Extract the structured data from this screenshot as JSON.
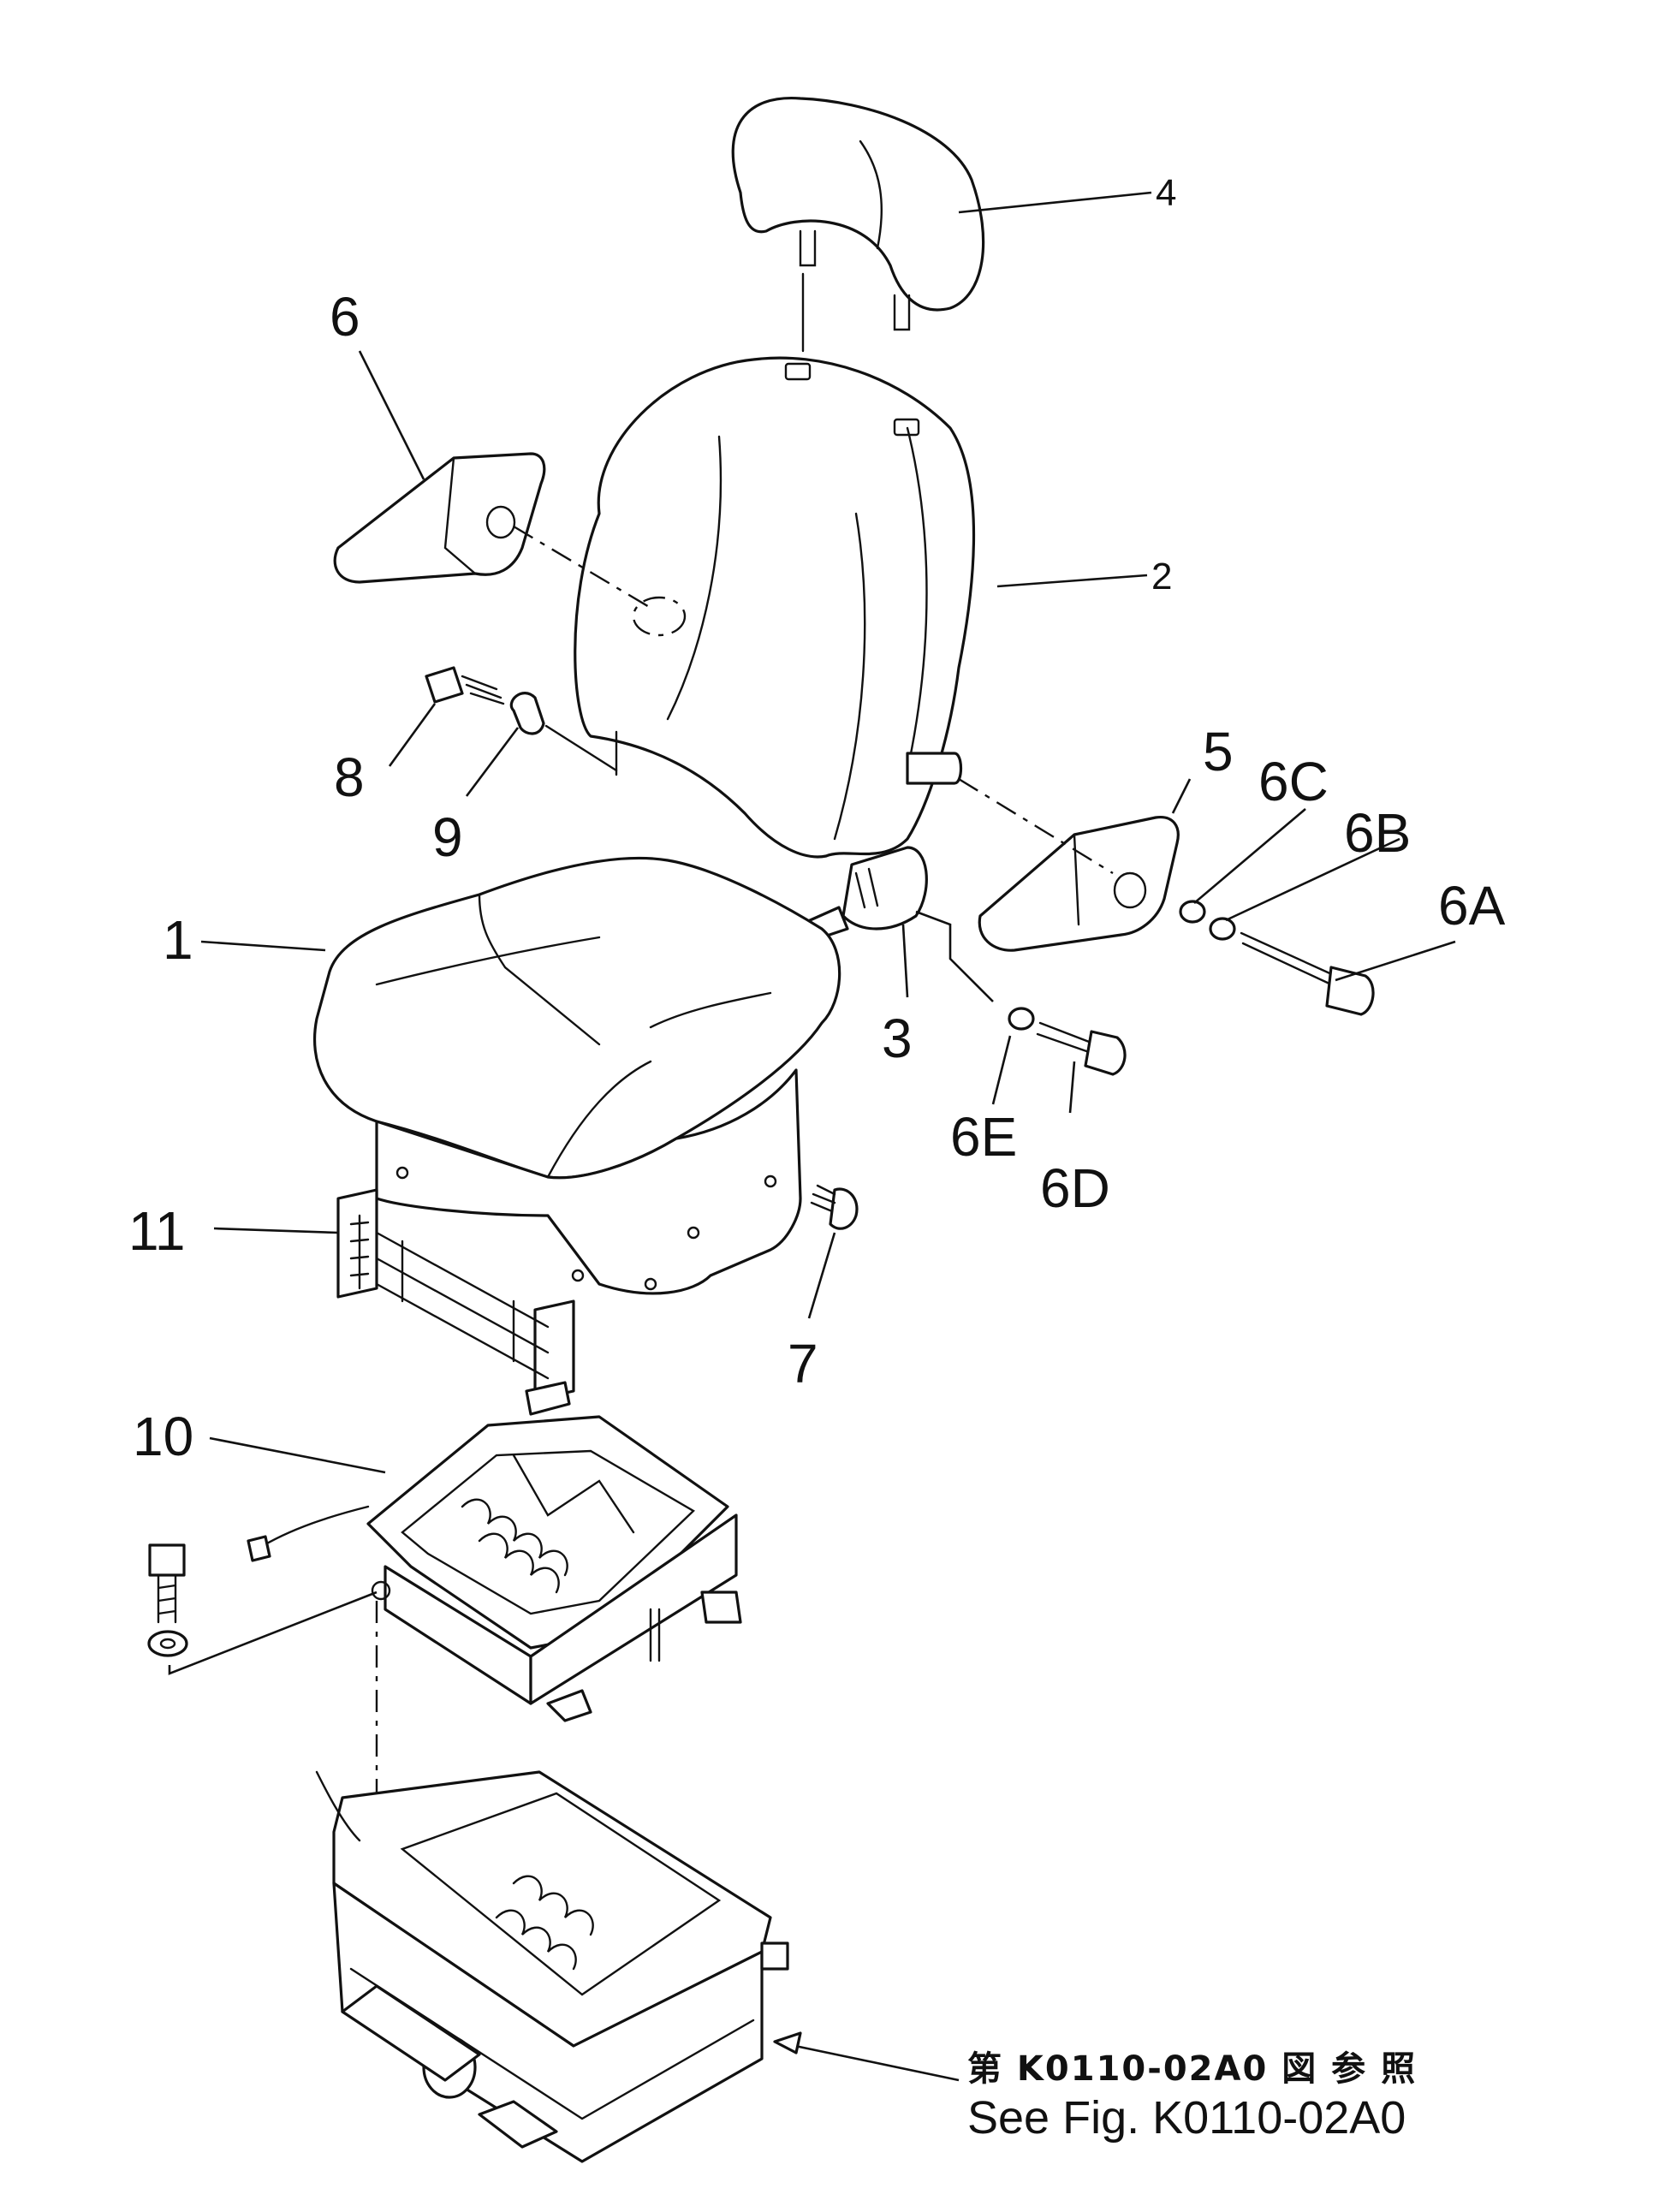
{
  "callouts": {
    "p1": "1",
    "p2": "2",
    "p3": "3",
    "p4": "4",
    "p5": "5",
    "p6": "6",
    "p6A": "6A",
    "p6B": "6B",
    "p6C": "6C",
    "p6D": "6D",
    "p6E": "6E",
    "p7": "7",
    "p8": "8",
    "p9": "9",
    "p10": "10",
    "p11": "11"
  },
  "reference": {
    "japanese": "第 K0110-02A0 図 参 照",
    "english": "See Fig. K0110-02A0"
  },
  "colors": {
    "ink": "#111111",
    "paper": "#ffffff"
  }
}
